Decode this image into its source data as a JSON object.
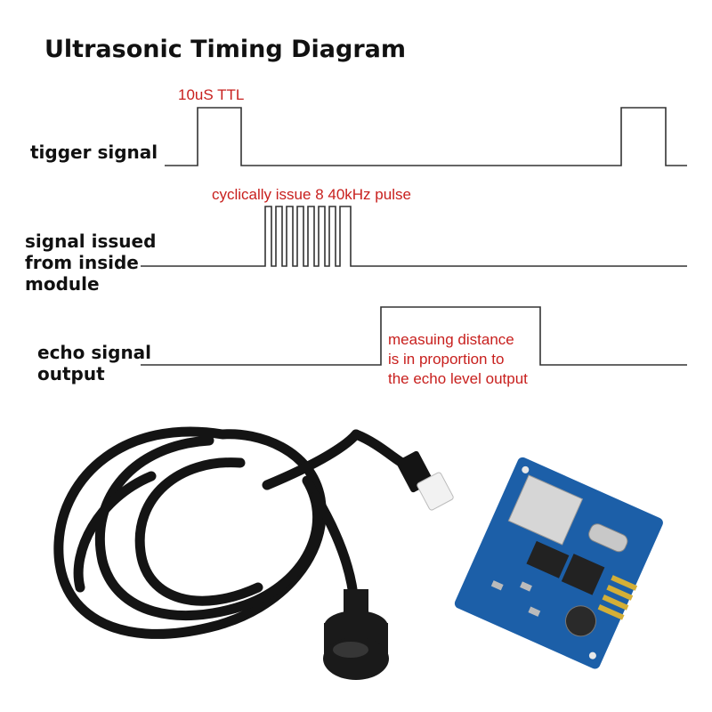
{
  "title": "Ultrasonic Timing Diagram",
  "signals": [
    {
      "label_lines": [
        "tigger signal"
      ],
      "annotation_lines": [
        "10uS TTL"
      ]
    },
    {
      "label_lines": [
        "signal issued",
        "from inside",
        "module"
      ],
      "annotation_lines": [
        "cyclically issue 8 40kHz pulse"
      ]
    },
    {
      "label_lines": [
        "echo signal",
        "output"
      ],
      "annotation_lines": [
        "measuing distance",
        "is in proportion to",
        "the echo level output"
      ]
    }
  ],
  "colors": {
    "text": "#111111",
    "annotation": "#c8201e",
    "waveform": "#333333",
    "cable": "#141414",
    "pcb": "#1c5fa8",
    "sensor": "#1a1a1a"
  },
  "product_images": [
    "waterproof-ultrasonic-sensor-with-cable",
    "ultrasonic-driver-module-board"
  ]
}
